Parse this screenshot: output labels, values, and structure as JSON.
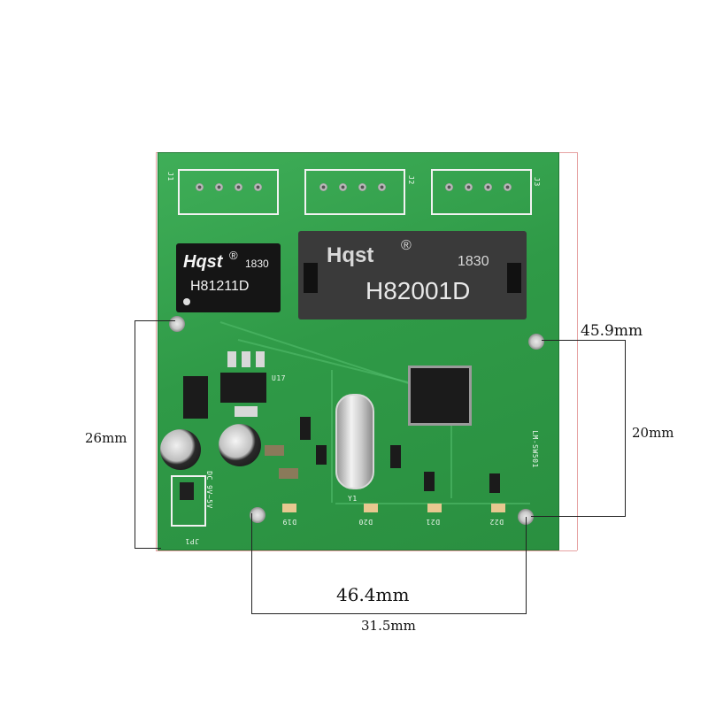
{
  "board": {
    "connectors": [
      "J1",
      "J2",
      "J3"
    ],
    "transformer_small": {
      "brand": "Hqst",
      "reg": "®",
      "date": "1830",
      "model": "H81211D"
    },
    "transformer_large": {
      "brand": "Hqst",
      "reg": "®",
      "date": "1830",
      "model": "H82001D"
    },
    "silkscreen": {
      "power": "DC 9V~5V",
      "jp": "JP1",
      "leds": [
        "D19",
        "D20",
        "D21",
        "D22"
      ],
      "board_id": "LM-SW501",
      "u17": "U17",
      "y1": "Y1"
    }
  },
  "dimensions": {
    "board_width": "45.9mm",
    "hole_vertical_right": "20mm",
    "hole_vertical_left": "26mm",
    "board_height": "46.4mm",
    "hole_horizontal": "31.5mm"
  },
  "colors": {
    "pcb_green": "#2f9a47",
    "silkscreen": "#f2f2f2",
    "ic_black": "#1b1b1b",
    "dimension_line": "#222222",
    "outline_pink": "#e6a2a2"
  }
}
